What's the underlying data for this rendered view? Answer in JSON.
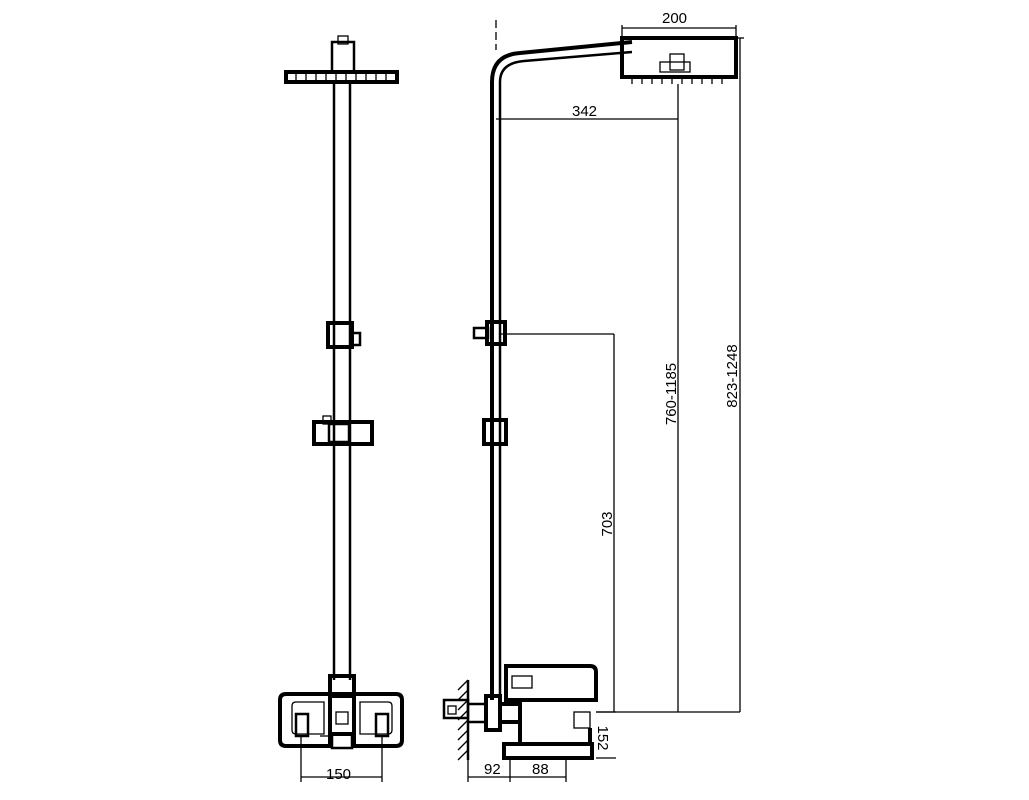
{
  "dimensions": {
    "head_width": "200",
    "arm_reach": "342",
    "head_height_range": "760-1185",
    "total_height_range": "823-1248",
    "slider_to_valve": "703",
    "spout_height": "152",
    "wall_to_valve": "92",
    "spout_length": "88",
    "valve_width": "150"
  }
}
